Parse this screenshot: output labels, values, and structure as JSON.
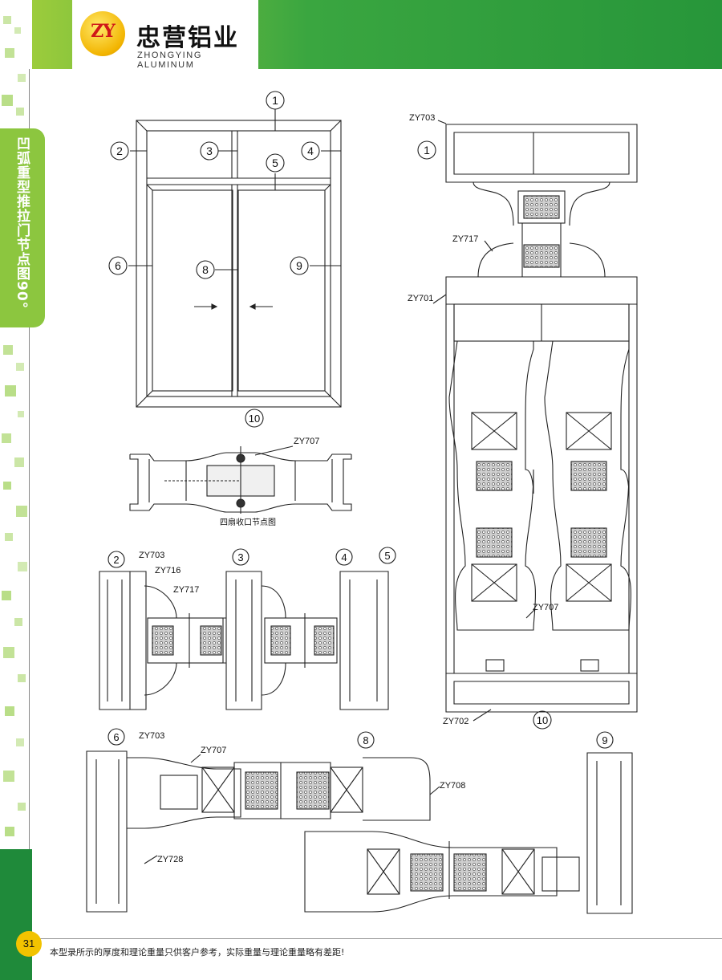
{
  "brand": {
    "logo_text": "ZY",
    "name_cn": "忠营铝业",
    "name_en": "ZHONGYING ALUMINUM"
  },
  "side_title": "凹弧重型推拉门节点图90°",
  "page_number": "31",
  "footer_note": "本型录所示的厚度和理论重量只供客户参考，实际重量与理论重量略有差距!",
  "callouts": [
    "1",
    "2",
    "3",
    "4",
    "5",
    "6",
    "8",
    "9",
    "10"
  ],
  "codes": {
    "zy701": "ZY701",
    "zy702": "ZY702",
    "zy703": "ZY703",
    "zy707": "ZY707",
    "zy708": "ZY708",
    "zy716": "ZY716",
    "zy717": "ZY717",
    "zy728": "ZY728"
  },
  "four_sash_caption": "四扇收口节点图",
  "colors": {
    "green_dark": "#27963a",
    "green_light": "#8cc63f",
    "logo_gold": "#f2b400",
    "logo_red": "#d01818"
  }
}
